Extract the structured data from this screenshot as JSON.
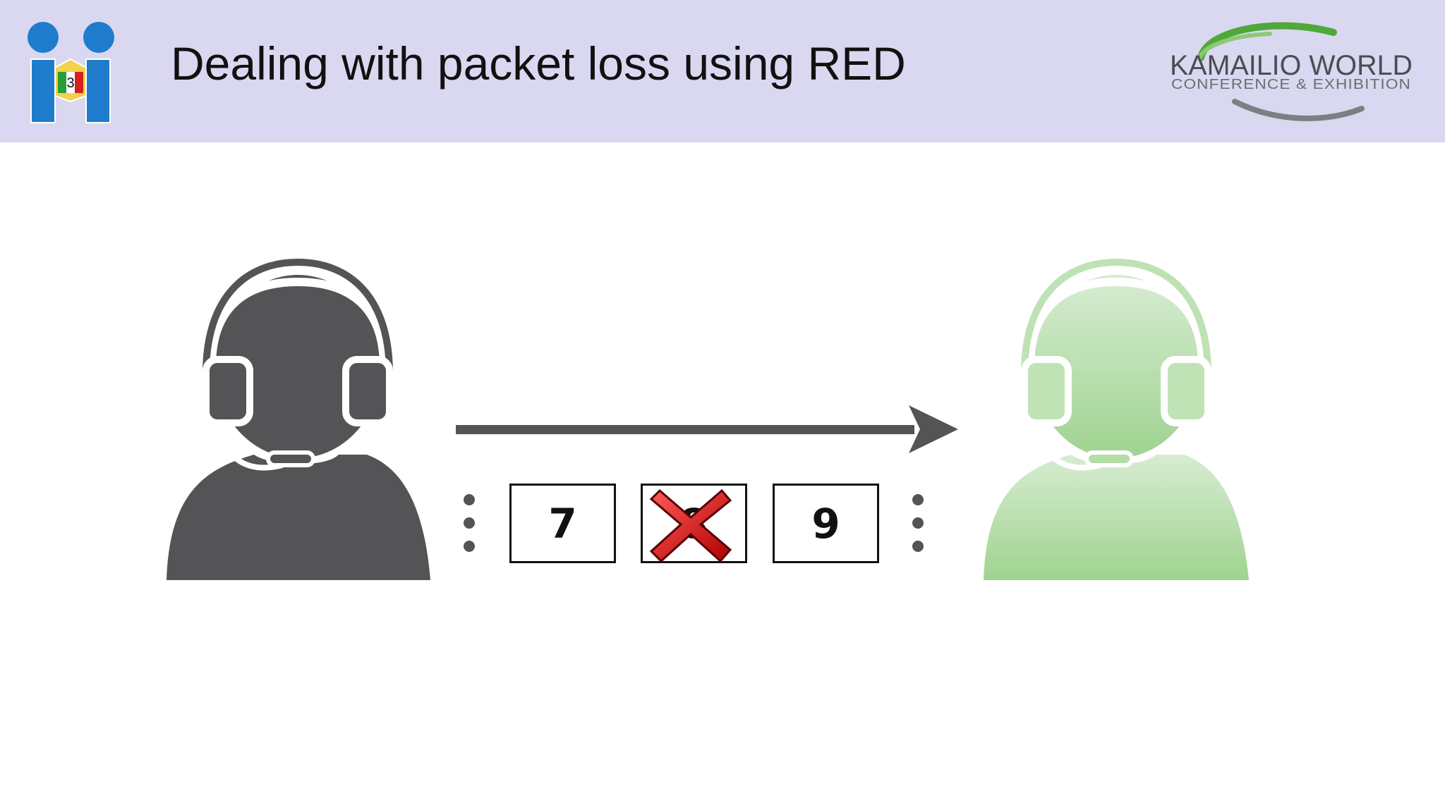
{
  "header": {
    "title": "Dealing with packet loss using RED",
    "left_logo": {
      "icon": "two-people-logo-icon",
      "badge_number": "3"
    },
    "right_logo": {
      "line1": "KAMAILIO WORLD",
      "line2": "CONFERENCE & EXHIBITION"
    }
  },
  "diagram": {
    "sender": {
      "icon": "headset-user-icon",
      "color": "#545457"
    },
    "receiver": {
      "icon": "headset-user-icon",
      "color": "#9fd390"
    },
    "arrow": {
      "icon": "right-arrow-icon",
      "color": "#545457"
    },
    "packets": [
      {
        "label": "7",
        "lost": false
      },
      {
        "label": "8",
        "lost": true
      },
      {
        "label": "9",
        "lost": false
      }
    ],
    "lost_marker_icon": "red-x-icon",
    "ellipsis_icon": "vertical-dots-icon",
    "colors": {
      "lost_marker": "#d80f0f",
      "header_bg": "#d9d8f0"
    }
  }
}
